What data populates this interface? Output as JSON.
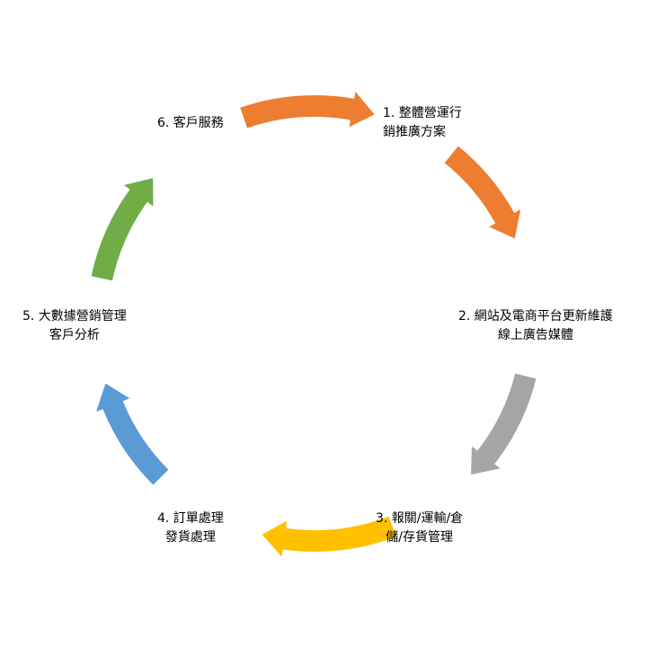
{
  "steps": [
    {
      "lines": [
        "1. 整體營運行",
        "銷推廣方案"
      ],
      "color": "#ED7D31"
    },
    {
      "lines": [
        "2. 網站及電商平台更新維護",
        "線上廣告媒體"
      ],
      "color": "#ED7D31"
    },
    {
      "lines": [
        "3. 報關/運輸/倉",
        "儲/存貨管理"
      ],
      "color": "#A5A5A5"
    },
    {
      "lines": [
        "4. 訂單處理",
        "發貨處理"
      ],
      "color": "#FFC000"
    },
    {
      "lines": [
        "5. 大數據營銷管理",
        "客戶分析"
      ],
      "color": "#5B9BD5"
    },
    {
      "lines": [
        "6. 客戶服務"
      ],
      "color": "#70AD47"
    }
  ],
  "arrows": [
    {
      "name": "arrow-6-to-1",
      "color": "#ED7D31"
    },
    {
      "name": "arrow-1-to-2",
      "color": "#ED7D31"
    },
    {
      "name": "arrow-2-to-3",
      "color": "#A5A5A5"
    },
    {
      "name": "arrow-3-to-4",
      "color": "#FFC000"
    },
    {
      "name": "arrow-4-to-5",
      "color": "#5B9BD5"
    },
    {
      "name": "arrow-5-to-6",
      "color": "#70AD47"
    }
  ]
}
